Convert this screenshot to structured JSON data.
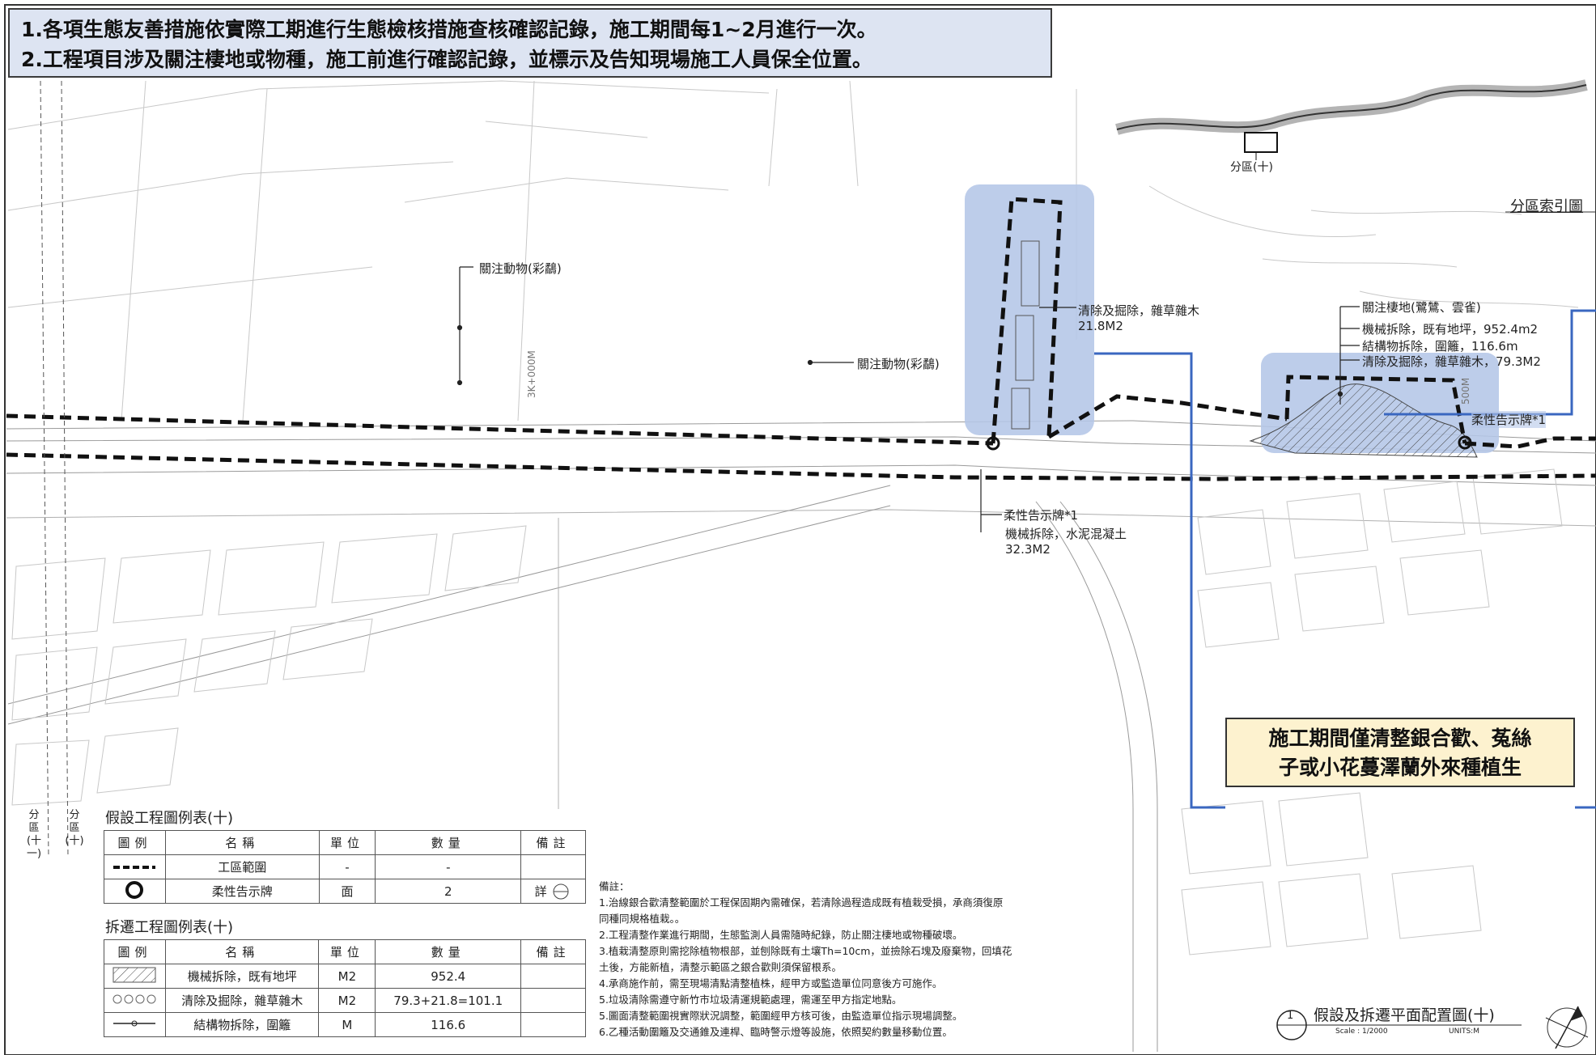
{
  "header_notes": [
    "1.各項生態友善措施依實際工期進行生態檢核措施查核確認記錄，施工期間每1~2月進行一次。",
    "2.工程項目涉及關注棲地或物種，施工前進行確認記錄，並標示及告知現場施工人員保全位置。"
  ],
  "key_map": {
    "title": "分區索引圖",
    "zone": "分區(十)"
  },
  "annotations": {
    "bird_1": "關注動物(彩鷸)",
    "bird_2": "關注動物(彩鷸)",
    "clear_area_1": "清除及掘除，雜草雜木",
    "clear_area_1_qty": "21.8M2",
    "sign_1": "柔性告示牌*1",
    "demolish_concrete": "機械拆除，水泥混凝土",
    "demolish_concrete_qty": "32.3M2",
    "habitat_title": "關注棲地(鷺鷥、雲雀)",
    "habitat_items": [
      "機械拆除，既有地坪，952.4m2",
      "結構物拆除，圍籬，116.6m",
      "清除及掘除，雜草雜木，79.3M2"
    ],
    "sign_2": "柔性告示牌*1",
    "station": "3K+000M",
    "station_2": "500M"
  },
  "callout_lines": [
    "施工期間僅清整銀合歡、菟絲",
    "子或小花蔓澤蘭外來種植生"
  ],
  "zone_labels": {
    "left_1": "分區(十一)",
    "left_2": "分區(十)"
  },
  "temp_table": {
    "title": "假設工程圖例表(十)",
    "headers": [
      "圖例",
      "名稱",
      "單位",
      "數量",
      "備註"
    ],
    "rows": [
      {
        "name": "工區範圍",
        "unit": "-",
        "qty": "-",
        "note": ""
      },
      {
        "name": "柔性告示牌",
        "unit": "面",
        "qty": "2",
        "note": "詳"
      }
    ]
  },
  "demo_table": {
    "title": "拆遷工程圖例表(十)",
    "headers": [
      "圖例",
      "名稱",
      "單位",
      "數量",
      "備註"
    ],
    "rows": [
      {
        "name": "機械拆除，既有地坪",
        "unit": "M2",
        "qty": "952.4",
        "note": ""
      },
      {
        "name": "清除及掘除，雜草雜木",
        "unit": "M2",
        "qty": "79.3+21.8=101.1",
        "note": ""
      },
      {
        "name": "結構物拆除，圍籬",
        "unit": "M",
        "qty": "116.6",
        "note": ""
      }
    ]
  },
  "remarks": {
    "title": "備註：",
    "items": [
      "1.治線銀合歡清整範圍於工程保固期內需確保，若清除過程造成既有植栽受損，承商須復原",
      "   同種同規格植栽。。",
      "2.工程清整作業進行期間，生態監測人員需隨時紀錄，防止關注棲地或物種破壞。",
      "3.植栽清整原則需挖除植物根部，並刨除既有土壤Th=10cm，並撿除石塊及廢棄物，回填花",
      "   土後，方能新植，清整示範區之銀合歡則須保留根系。",
      "4.承商施作前，需至現場清點清整植株，經甲方或監造單位同意後方可施作。",
      "5.垃圾清除需遵守新竹市垃圾清運規範處理，需運至甲方指定地點。",
      "5.圖面清整範圍視實際狀況調整，範圍經甲方核可後，由監造單位指示現場調整。",
      "6.乙種活動圍籬及交通錐及連桿、臨時警示燈等設施，依照契約數量移動位置。"
    ]
  },
  "drawing": {
    "number": "1",
    "title": "假設及拆遷平面配置圖(十)",
    "scale": "Scale : 1/2000",
    "units": "UNITS:M"
  },
  "colors": {
    "highlight": "#b4c6e7",
    "callout_line": "#3a67c0",
    "note_fill": "#fdf2cf",
    "header_fill": "#dde4f2"
  }
}
